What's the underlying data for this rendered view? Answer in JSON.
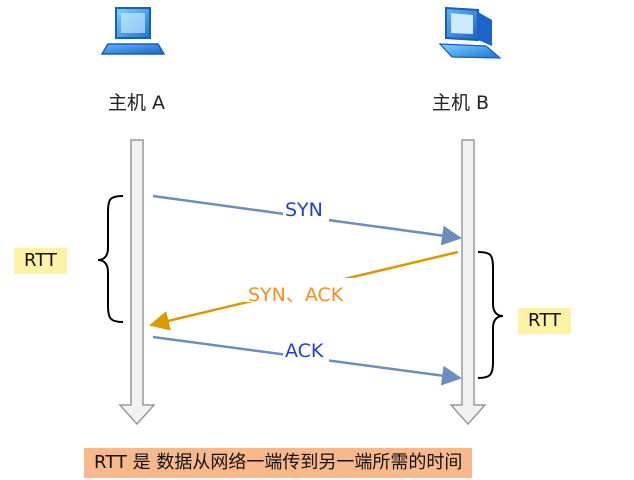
{
  "hosts": {
    "a": {
      "label": "主机 A",
      "icon": "computer-icon-blue"
    },
    "b": {
      "label": "主机 B",
      "icon": "computer-icon-blue"
    }
  },
  "messages": [
    {
      "label": "SYN",
      "from": "主机 A",
      "to": "主机 B",
      "color": "#6c8ebf"
    },
    {
      "label": "SYN、ACK",
      "from": "主机 B",
      "to": "主机 A",
      "color": "#d79b00"
    },
    {
      "label": "ACK",
      "from": "主机 A",
      "to": "主机 B",
      "color": "#6c8ebf"
    }
  ],
  "rtt": {
    "left_label": "RTT",
    "right_label": "RTT"
  },
  "caption": "RTT 是 数据从网络一端传到另一端所需的时间",
  "colors": {
    "syn_text": "#1f3fd1",
    "synack_text": "#ff8c1a",
    "ack_text": "#1f3fd1",
    "rtt_bg": "#fff2a6",
    "caption_bg": "#f7b98b",
    "timeline_stroke": "#999999",
    "timeline_fill": "#f2f2f2"
  }
}
